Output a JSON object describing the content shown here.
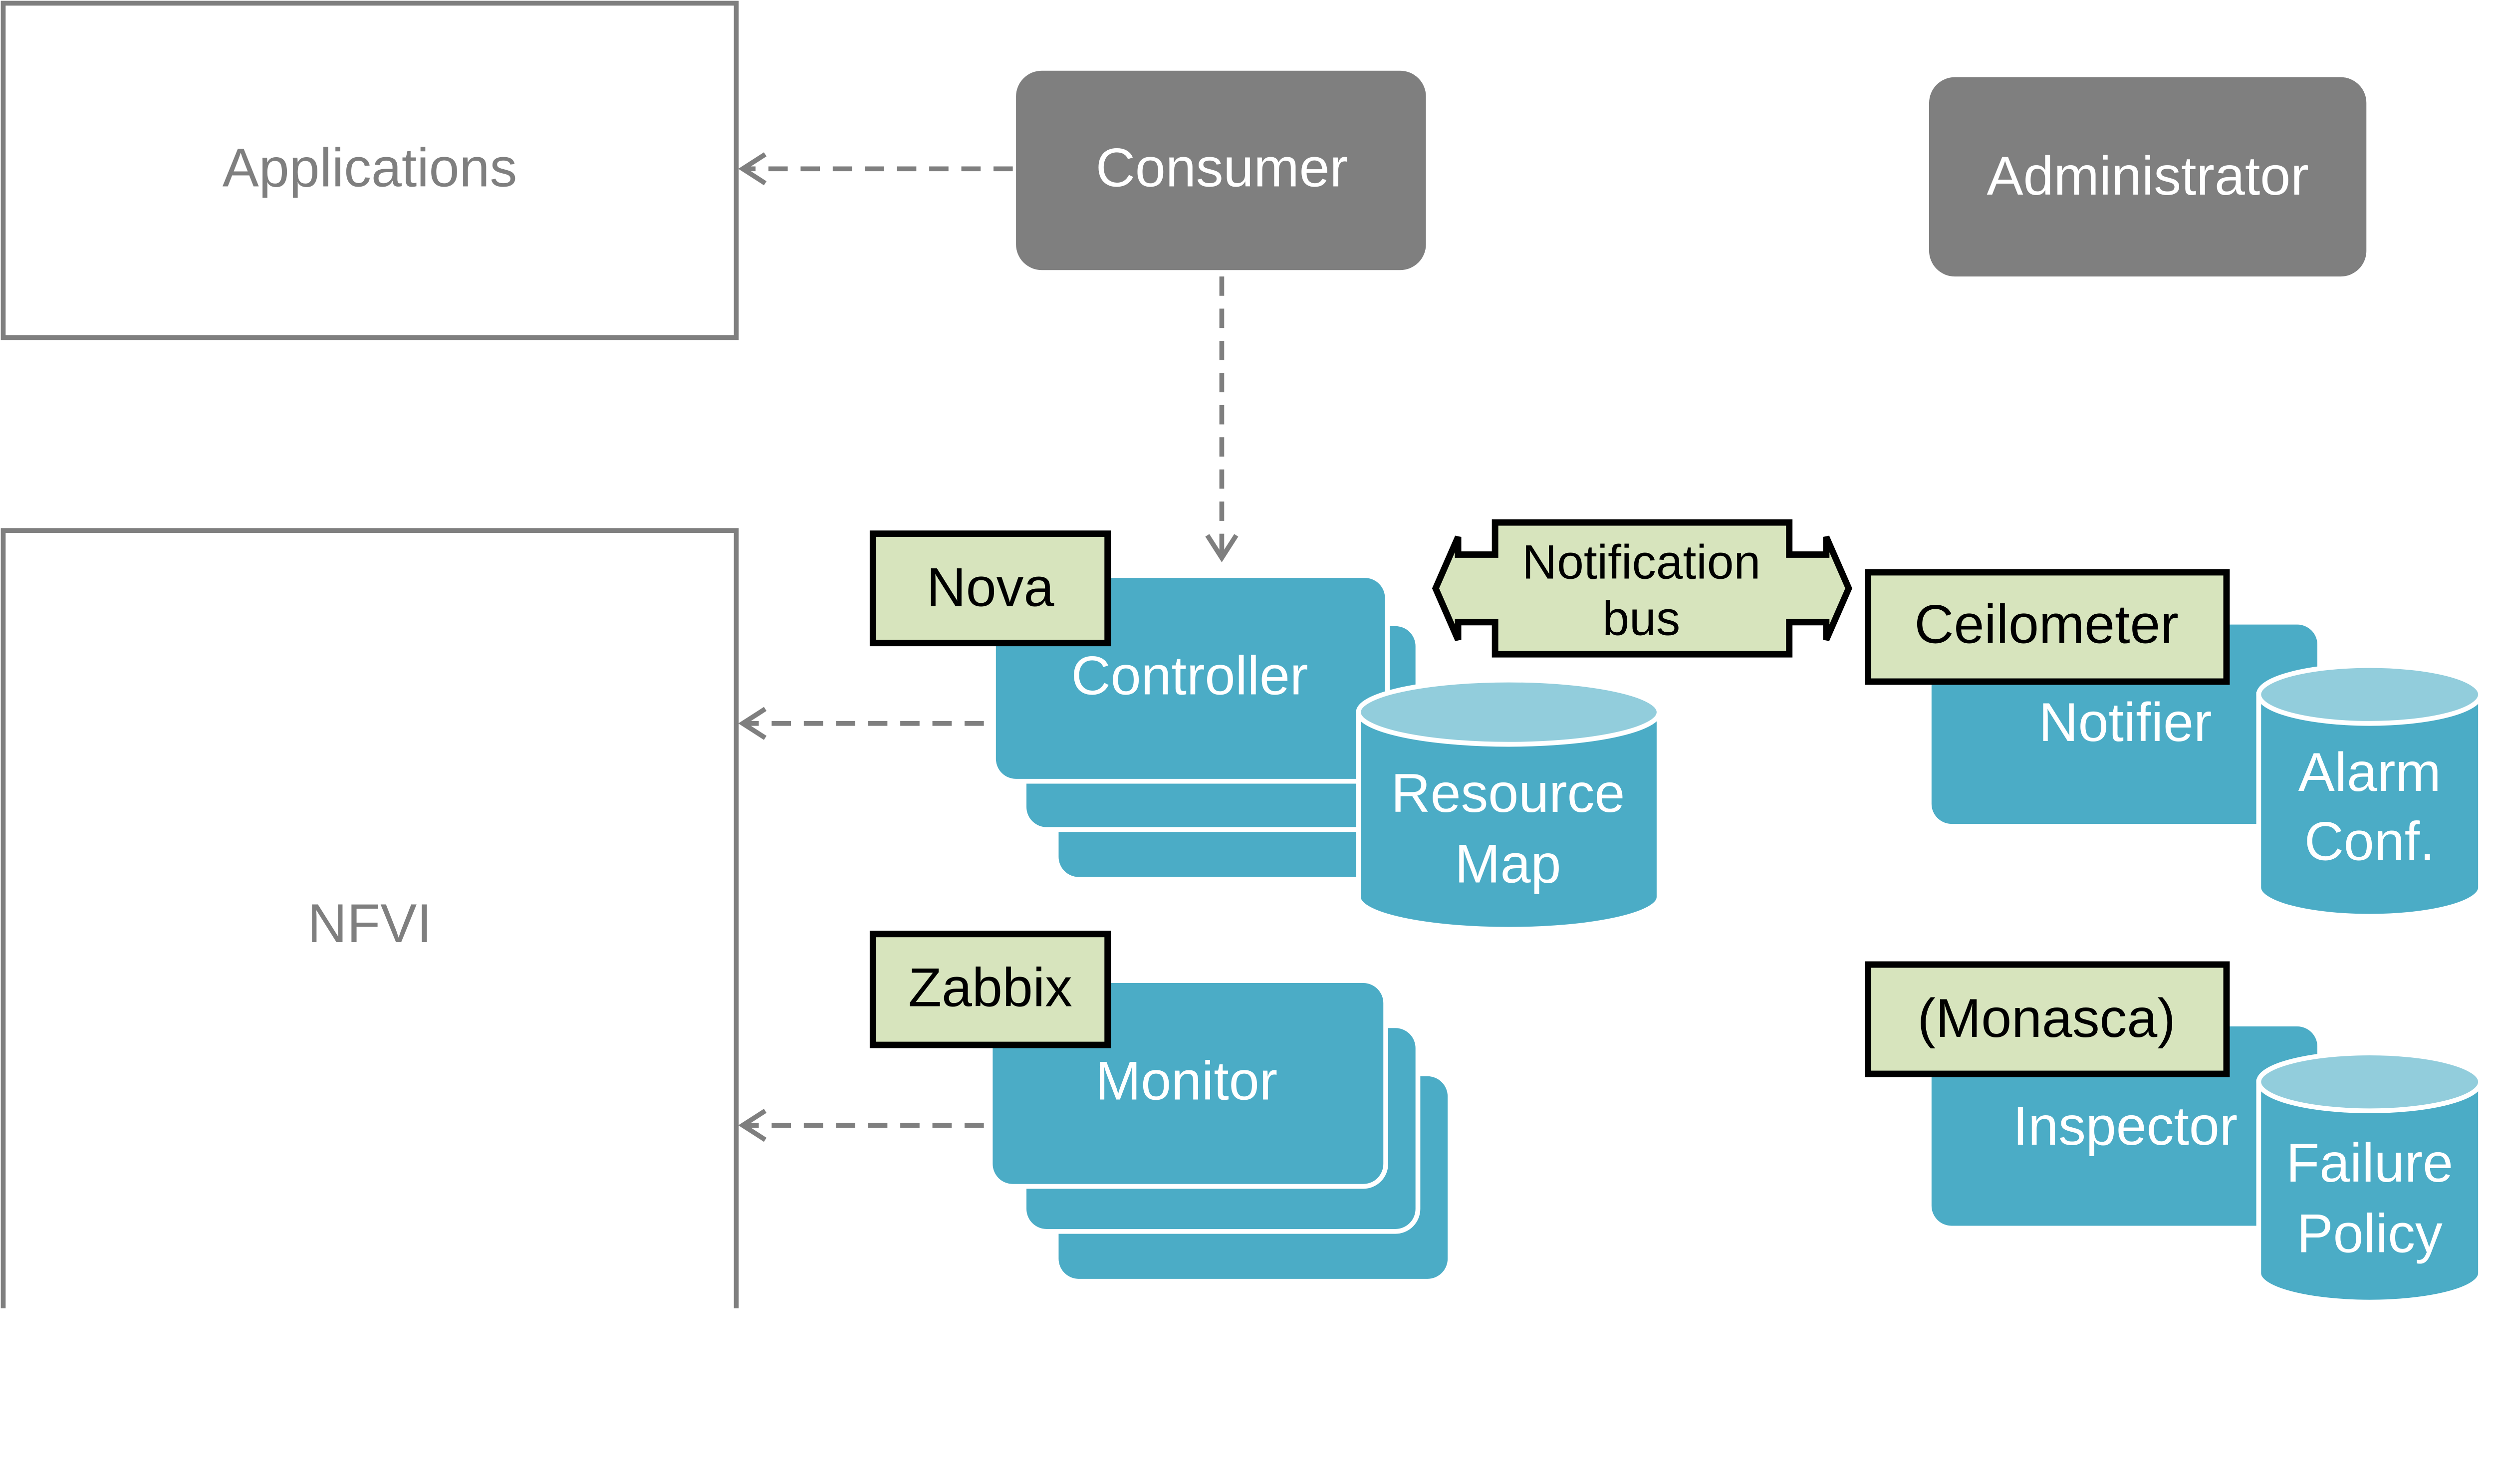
{
  "colors": {
    "gray_box": "#7f7f7f",
    "teal": "#4bacc6",
    "teal_light": "#92cddc",
    "tag_green": "#d7e4bd"
  },
  "nodes": {
    "applications": "Applications",
    "nfvi": "NFVI",
    "consumer": "Consumer",
    "administrator": "Administrator",
    "controller": "Controller",
    "nova": "Nova",
    "resource_map": [
      "Resource",
      "Map"
    ],
    "monitor": "Monitor",
    "zabbix": "Zabbix",
    "notification_bus": [
      "Notification",
      "bus"
    ],
    "ceilometer": "Ceilometer",
    "notifier": "Notifier",
    "alarm_conf": [
      "Alarm",
      "Conf."
    ],
    "monasca": "(Monasca)",
    "inspector": "Inspector",
    "failure_policy": [
      "Failure",
      "Policy"
    ]
  }
}
